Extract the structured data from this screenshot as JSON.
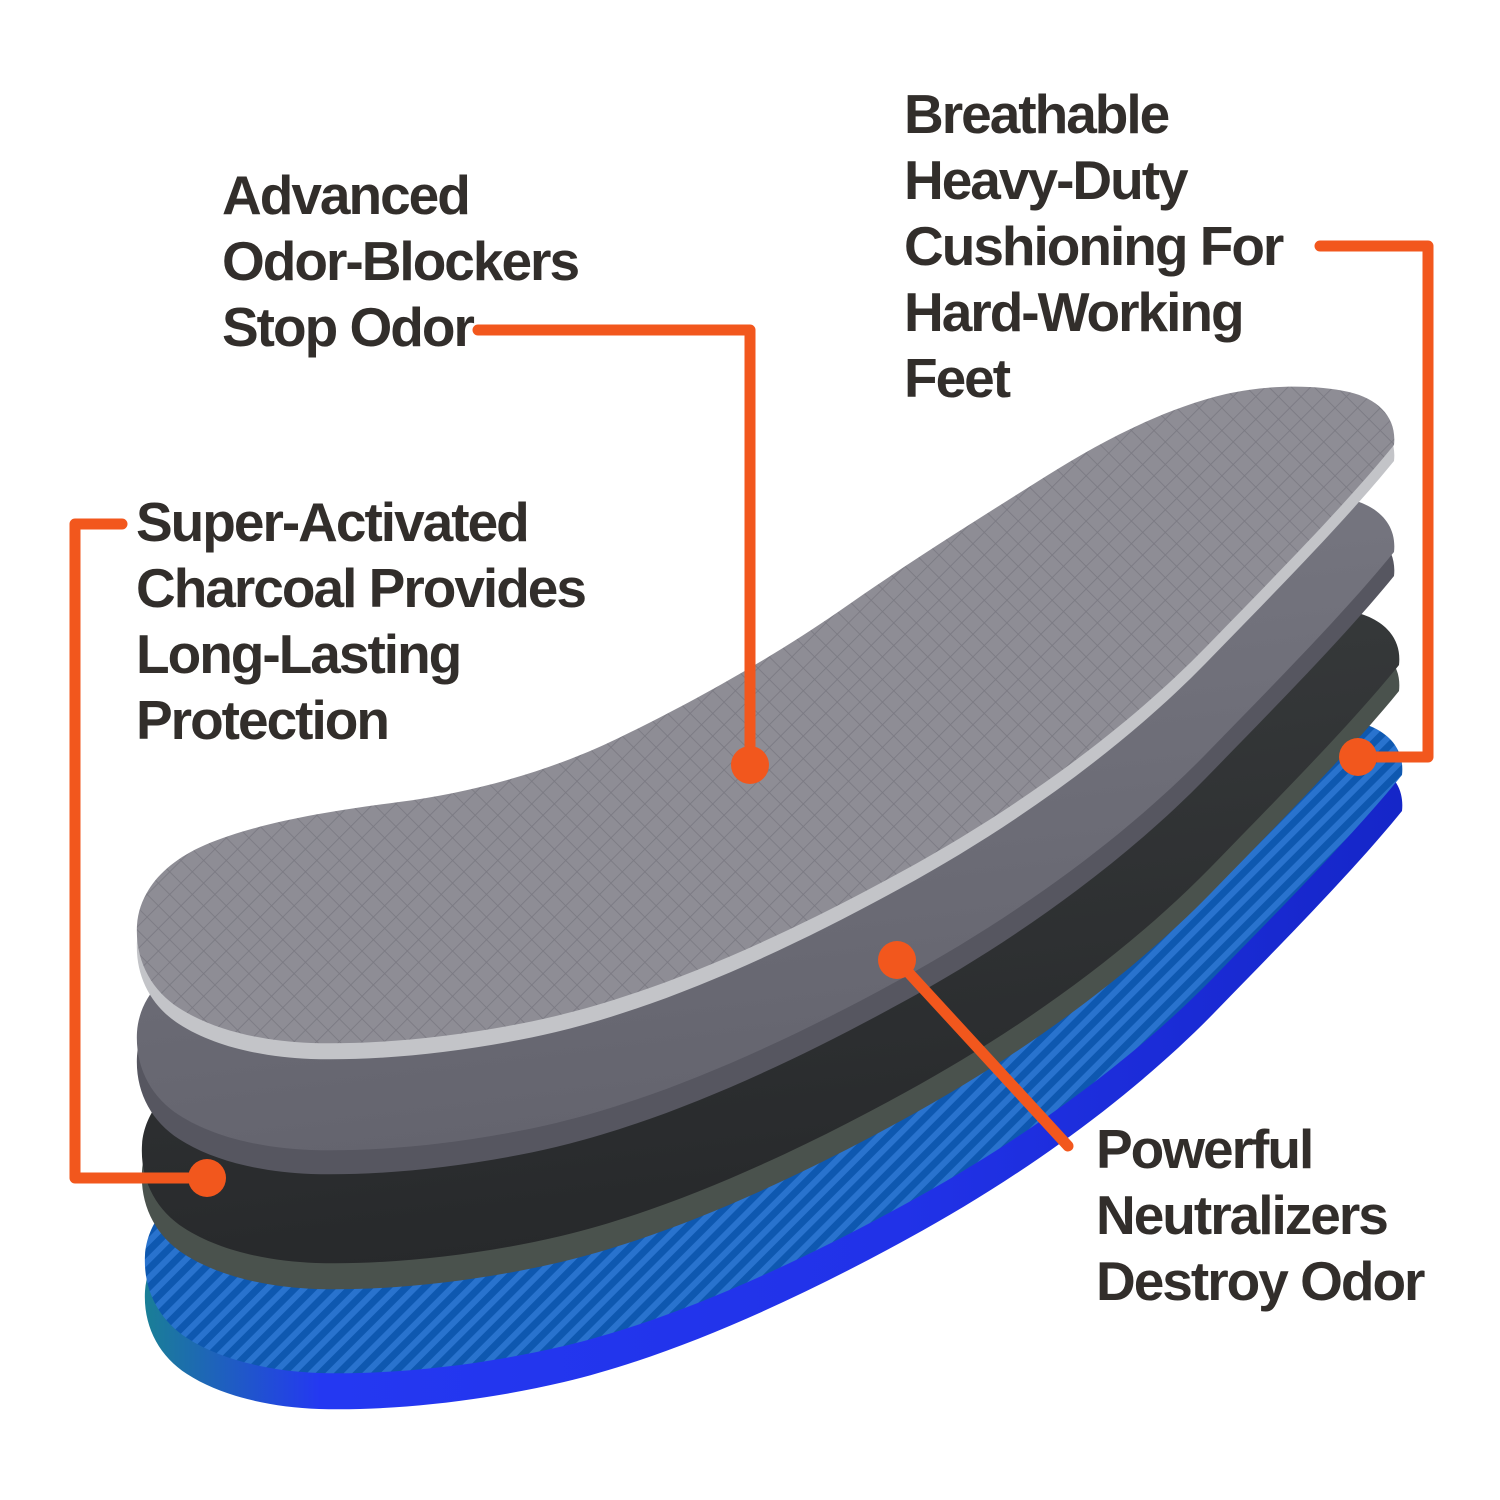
{
  "title": "Insole layers exploded diagram",
  "callouts": {
    "odor_blockers": {
      "text": "Advanced\nOdor-Blockers\nStop Odor"
    },
    "cushioning": {
      "text": "Breathable\nHeavy-Duty\nCushioning For\nHard-Working\nFeet"
    },
    "charcoal": {
      "text": "Super-Activated\nCharcoal Provides\nLong-Lasting\nProtection"
    },
    "neutralizers": {
      "text": "Powerful\nNeutralizers\nDestroy Odor"
    }
  },
  "layers": [
    {
      "name": "breathable-fabric-top-layer",
      "points_to": "Advanced Odor-Blockers Stop Odor"
    },
    {
      "name": "gray-neutralizer-layer",
      "points_to": "Powerful Neutralizers Destroy Odor"
    },
    {
      "name": "charcoal-black-layer",
      "points_to": "Super-Activated Charcoal Provides Long-Lasting Protection"
    },
    {
      "name": "blue-cushion-base-layer",
      "points_to": "Breathable Heavy-Duty Cushioning For Hard-Working Feet"
    }
  ],
  "colors": {
    "accent_orange": "#F2571D",
    "text": "#322E2B",
    "fabric_gray": "#8E8D95",
    "fabric_hatch_line": "#7B7A83",
    "fabric_edge": "#C3C4C8",
    "gray_layer": "#6F6F79",
    "gray_layer_edge": "#565660",
    "black_layer": "#313334",
    "black_layer_edge": "#4A524D",
    "blue_layer": "#0E58B0",
    "blue_stripe": "#2973CE",
    "blue_edge": "#2236F0",
    "blue_edge_teal": "#1A7F96"
  }
}
